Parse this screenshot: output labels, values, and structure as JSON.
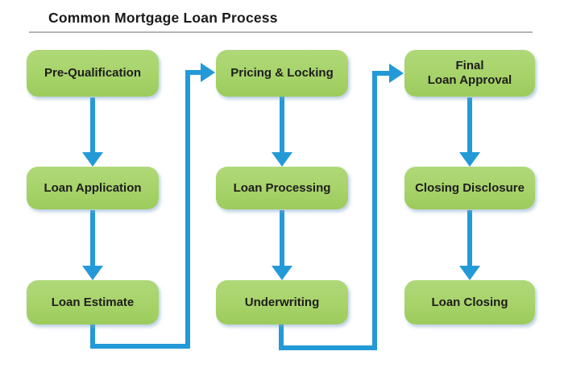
{
  "title": "Common Mortgage Loan Process",
  "colors": {
    "box_fill": "#a7d36a",
    "box_text": "#1d1d1b",
    "arrow_blue": "#239ad7",
    "title_text": "#1a1a1a",
    "divider_gray": "#b5b5b5",
    "background": "#ffffff"
  },
  "flowchart": {
    "nodes": [
      {
        "id": "pre-qualification",
        "label": "Pre-Qualification",
        "column": 1,
        "row": 1
      },
      {
        "id": "loan-application",
        "label": "Loan Application",
        "column": 1,
        "row": 2
      },
      {
        "id": "loan-estimate",
        "label": "Loan Estimate",
        "column": 1,
        "row": 3
      },
      {
        "id": "pricing-locking",
        "label": "Pricing & Locking",
        "column": 2,
        "row": 1
      },
      {
        "id": "loan-processing",
        "label": "Loan Processing",
        "column": 2,
        "row": 2
      },
      {
        "id": "underwriting",
        "label": "Underwriting",
        "column": 2,
        "row": 3
      },
      {
        "id": "final-loan-approval",
        "label": "Final\nLoan Approval",
        "column": 3,
        "row": 1
      },
      {
        "id": "closing-disclosure",
        "label": "Closing Disclosure",
        "column": 3,
        "row": 2
      },
      {
        "id": "loan-closing",
        "label": "Loan Closing",
        "column": 3,
        "row": 3
      }
    ],
    "edges": [
      {
        "from": "Pre-Qualification",
        "to": "Loan Application"
      },
      {
        "from": "Loan Application",
        "to": "Loan Estimate"
      },
      {
        "from": "Loan Estimate",
        "to": "Pricing & Locking"
      },
      {
        "from": "Pricing & Locking",
        "to": "Loan Processing"
      },
      {
        "from": "Loan Processing",
        "to": "Underwriting"
      },
      {
        "from": "Underwriting",
        "to": "Final Loan Approval"
      },
      {
        "from": "Final Loan Approval",
        "to": "Closing Disclosure"
      },
      {
        "from": "Closing Disclosure",
        "to": "Loan Closing"
      }
    ]
  }
}
